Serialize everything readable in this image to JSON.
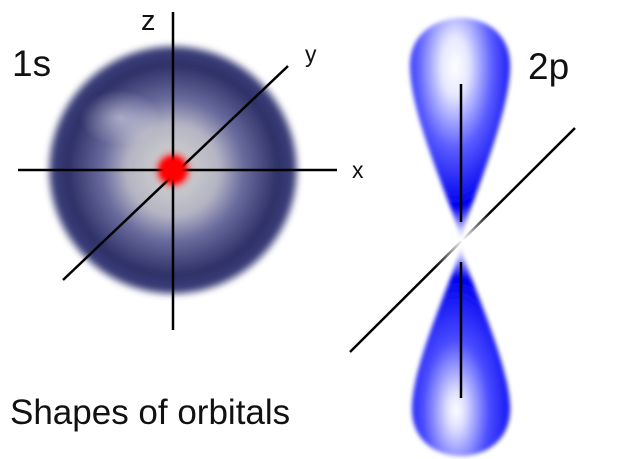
{
  "title": "Shapes of orbitals",
  "orbitals": {
    "s": {
      "label": "1s"
    },
    "p": {
      "label": "2p"
    }
  },
  "axes": {
    "x": "x",
    "y": "y",
    "z": "z"
  },
  "colors": {
    "s_outer": "#2c2f66",
    "s_mid": "#9a9cc6",
    "s_inner_glow": "#cfcfd2",
    "s_nucleus": "#ff0000",
    "p_lobe_deep": "#0000ff",
    "p_lobe_light": "#ffffff",
    "axis": "#000000"
  }
}
